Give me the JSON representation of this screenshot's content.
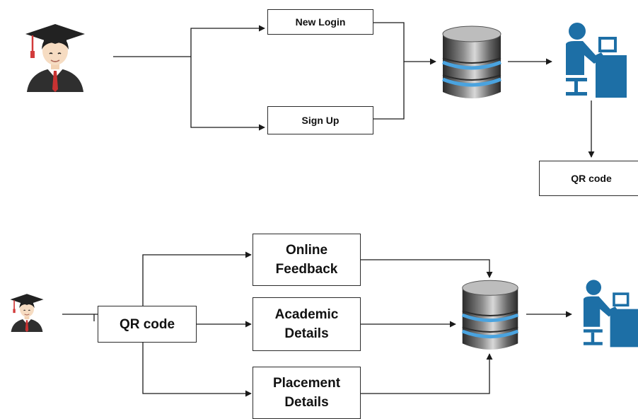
{
  "top_flow": {
    "new_login": "New Login",
    "sign_up": "Sign Up",
    "qr_code": "QR code"
  },
  "bottom_flow": {
    "qr_code": "QR code",
    "online_feedback": "Online\nFeedback",
    "academic_details": "Academic\nDetails",
    "placement_details": "Placement\nDetails"
  },
  "icons": {
    "student": "graduate-student-icon",
    "database": "database-icon",
    "admin": "admin-at-desk-icon"
  },
  "colors": {
    "line": "#1a1a1a",
    "admin_blue": "#1d6fa6",
    "db_dark": "#3a3a3a",
    "db_ring": "#4aa3df",
    "cap": "#222222",
    "tassel": "#d23b3b"
  }
}
